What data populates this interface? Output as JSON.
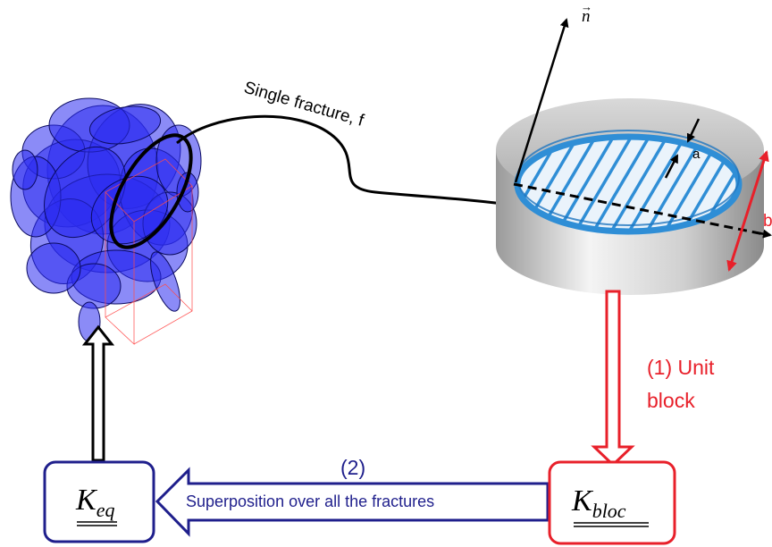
{
  "labels": {
    "normal": "n",
    "single_fracture": "Single fracture, f",
    "aperture": "a",
    "diameter": "b",
    "unit_block_line1": "(1) Unit",
    "unit_block_line2": "block",
    "step2": "(2)",
    "superposition": "Superposition over all  the fractures"
  },
  "boxes": {
    "k_eq": {
      "symbol": "K",
      "subscript": "eq"
    },
    "k_block": {
      "symbol": "K",
      "subscript": "bloc"
    }
  },
  "colors": {
    "red": "#e8202a",
    "navy": "#1f1f8c",
    "blue_fracture": "#2f8ed6",
    "cloud": "#2b2bf0"
  }
}
